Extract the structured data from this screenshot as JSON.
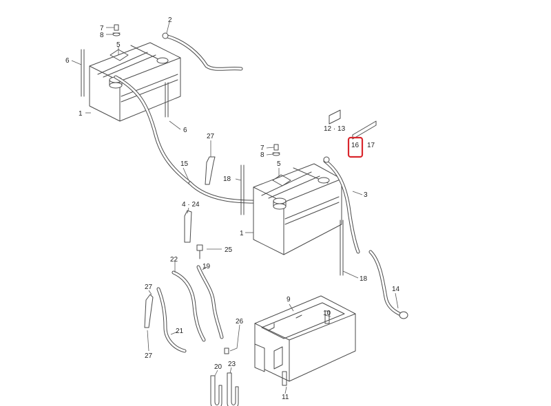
{
  "diagram": {
    "callouts": {
      "c1a": "1",
      "c1b": "1",
      "c2": "2",
      "c3": "3",
      "c4_24": "4 · 24",
      "c5a": "5",
      "c5b": "5",
      "c6a": "6",
      "c6b": "6",
      "c7a": "7",
      "c7b": "7",
      "c8a": "8",
      "c8b": "8",
      "c9": "9",
      "c10": "10",
      "c11": "11",
      "c12_13": "12 · 13",
      "c14": "14",
      "c15": "15",
      "c16": "16",
      "c17": "17",
      "c18a": "18",
      "c18b": "18",
      "c19": "19",
      "c20": "20",
      "c21": "21",
      "c22": "22",
      "c23": "23",
      "c25": "25",
      "c26": "26",
      "c27a": "27",
      "c27b": "27"
    },
    "highlighted_callout": "16",
    "highlight_color": "#d9262c",
    "line_color": "#4a4a4a"
  }
}
